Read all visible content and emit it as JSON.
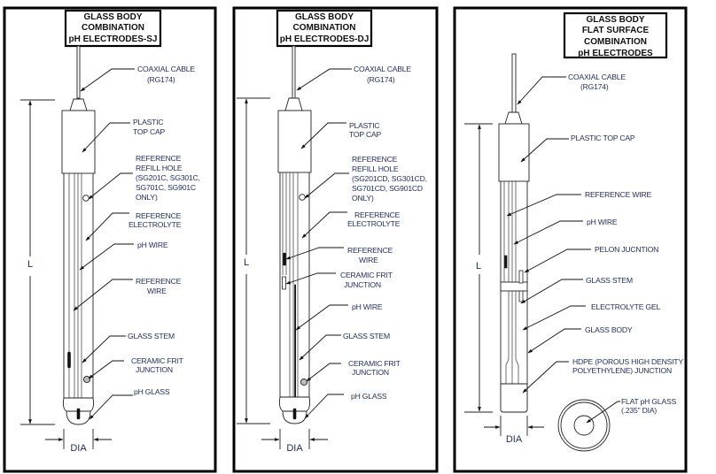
{
  "panels": [
    {
      "id": "sj",
      "title": [
        "GLASS BODY",
        "COMBINATION",
        "pH ELECTRODES-SJ"
      ],
      "dimension_length": "L",
      "dimension_diameter": "DIA",
      "labels": {
        "coaxial_cable": [
          "COAXIAL CABLE",
          "(RG174)"
        ],
        "top_cap": [
          "PLASTIC",
          "TOP CAP"
        ],
        "refill_hole": [
          "REFERENCE",
          "REFILL HOLE",
          "(SG201C, SG301C,",
          "SG701C, SG901C",
          "ONLY)"
        ],
        "electrolyte": [
          "REFERENCE",
          "ELECTROLYTE"
        ],
        "ph_wire": [
          "pH WIRE"
        ],
        "reference_wire": [
          "REFERENCE",
          "WIRE"
        ],
        "glass_stem": [
          "GLASS STEM"
        ],
        "frit": [
          "CERAMIC FRIT",
          "JUNCTION"
        ],
        "ph_glass": [
          "pH GLASS"
        ]
      }
    },
    {
      "id": "dj",
      "title": [
        "GLASS BODY",
        "COMBINATION",
        "pH ELECTRODES-DJ"
      ],
      "dimension_length": "L",
      "dimension_diameter": "DIA",
      "labels": {
        "coaxial_cable": [
          "COAXIAL CABLE",
          "(RG174)"
        ],
        "top_cap": [
          "PLASTIC",
          "TOP CAP"
        ],
        "refill_hole": [
          "REFERENCE",
          "REFILL HOLE",
          "(SG201CD, SG301CD,",
          "SG701CD, SG901CD",
          "ONLY)"
        ],
        "electrolyte": [
          "REFERENCE",
          "ELECTROLYTE"
        ],
        "reference_wire": [
          "REFERENCE",
          "WIRE"
        ],
        "inner_frit": [
          "CERAMIC FRIT",
          "JUNCTION"
        ],
        "ph_wire": [
          "pH WIRE"
        ],
        "glass_stem": [
          "GLASS STEM"
        ],
        "frit": [
          "CERAMIC FRIT",
          "JUNCTION"
        ],
        "ph_glass": [
          "pH GLASS"
        ]
      }
    },
    {
      "id": "flat",
      "title": [
        "GLASS BODY",
        "FLAT SURFACE",
        "COMBINATION",
        "pH ELECTRODES"
      ],
      "dimension_length": "L",
      "dimension_diameter": "DIA",
      "labels": {
        "coaxial_cable": [
          "COAXIAL CABLE",
          "(RG174)"
        ],
        "top_cap": [
          "PLASTIC TOP CAP"
        ],
        "reference_wire": [
          "REFERENCE WIRE"
        ],
        "ph_wire": [
          "pH WIRE"
        ],
        "pelon": [
          "PELON JUCNTION"
        ],
        "glass_stem": [
          "GLASS STEM"
        ],
        "electrolyte_gel": [
          "ELECTROLYTE GEL"
        ],
        "glass_body": [
          "GLASS BODY"
        ],
        "hdpe": [
          "HDPE (POROUS HIGH DENSITY",
          "POLYETHYLENE) JUNCTION"
        ],
        "flat_glass": [
          "FLAT pH GLASS",
          "(.235\" DIA)"
        ]
      }
    }
  ]
}
